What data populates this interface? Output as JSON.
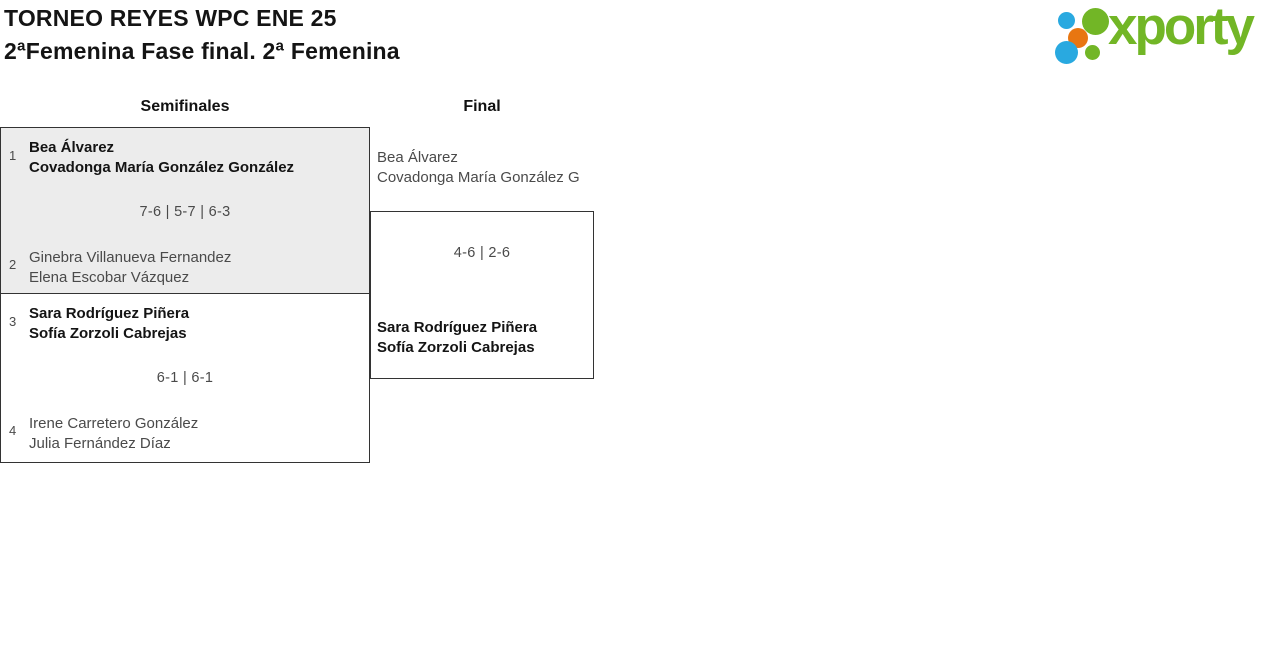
{
  "header": {
    "title": "TORNEO REYES WPC ENE 25",
    "subtitle": "2ªFemenina Fase final. 2ª Femenina"
  },
  "logo": {
    "brand": "xporty",
    "dot_icons": [
      "blue-small",
      "green-large",
      "orange",
      "blue-large",
      "green-small"
    ]
  },
  "colors": {
    "brand_green": "#72b626",
    "dot_blue": "#29a9e0",
    "dot_orange": "#e87611",
    "card_gray": "#ececec",
    "border_dark": "#333333",
    "text_strong": "#141414",
    "text_muted": "#4a4a4a"
  },
  "bracket": {
    "rounds": [
      {
        "label": "Semifinales"
      },
      {
        "label": "Final"
      }
    ],
    "matches": {
      "sf1": {
        "team1": {
          "seed": "1",
          "players": [
            "Bea Álvarez",
            "Covadonga María González González"
          ],
          "winner": true
        },
        "score": "7-6 | 5-7 | 6-3",
        "team2": {
          "seed": "2",
          "players": [
            "Ginebra Villanueva Fernandez",
            "Elena Escobar Vázquez"
          ],
          "winner": false
        }
      },
      "sf2": {
        "team1": {
          "seed": "3",
          "players": [
            "Sara Rodríguez Piñera",
            "Sofía Zorzoli Cabrejas"
          ],
          "winner": true
        },
        "score": "6-1 | 6-1",
        "team2": {
          "seed": "4",
          "players": [
            "Irene Carretero González",
            "Julia Fernández Díaz"
          ],
          "winner": false
        }
      },
      "final": {
        "team1": {
          "players": [
            "Bea Álvarez",
            "Covadonga María González G"
          ],
          "winner": false
        },
        "score": "4-6 | 2-6",
        "team2": {
          "players": [
            "Sara Rodríguez Piñera",
            "Sofía Zorzoli Cabrejas"
          ],
          "winner": true
        }
      }
    }
  }
}
